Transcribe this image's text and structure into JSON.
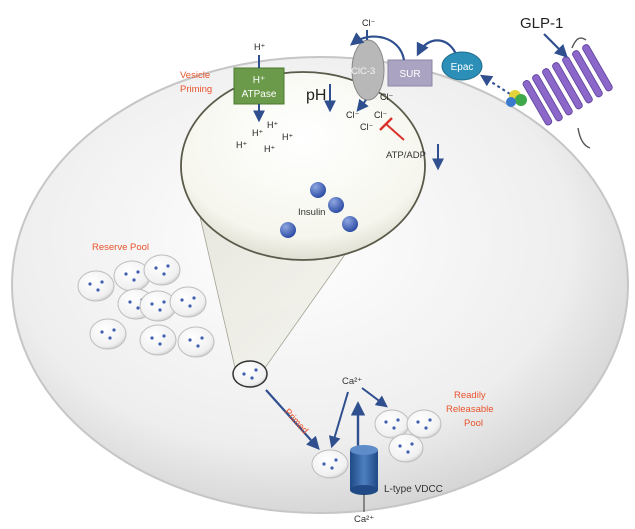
{
  "labels": {
    "glp1": "GLP-1",
    "epac": "Epac",
    "sur": "SUR",
    "clc3": "ClC-3",
    "cl": "Cl⁻",
    "h": "H⁺",
    "h_atpase_line1": "H⁺",
    "h_atpase_line2": "ATPase",
    "ph": "pH",
    "vesicle_priming_line1": "Vesicle",
    "vesicle_priming_line2": "Priming",
    "atp_adp": "ATP/ADP",
    "insulin": "Insulin",
    "reserve_pool": "Reserve Pool",
    "primed": "Primed",
    "readily_line1": "Readily",
    "readily_line2": "Releasable",
    "readily_line3": "Pool",
    "ca": "Ca²⁺",
    "vdcc": "L-type VDCC"
  },
  "colors": {
    "cell_fill": "#ececec",
    "cell_edge": "#c8c8c8",
    "arrow": "#2f4f8f",
    "h_atpase": "#6b9a4a",
    "sur": "#a9a2c0",
    "clc3": "#b9b9b9",
    "epac": "#2b8fb8",
    "receptor": "#8a67c8",
    "inhibit": "#d9322a",
    "label_orange": "#e8532d",
    "granule": "#3f5fb3",
    "vdcc": "#2f5f9c"
  }
}
